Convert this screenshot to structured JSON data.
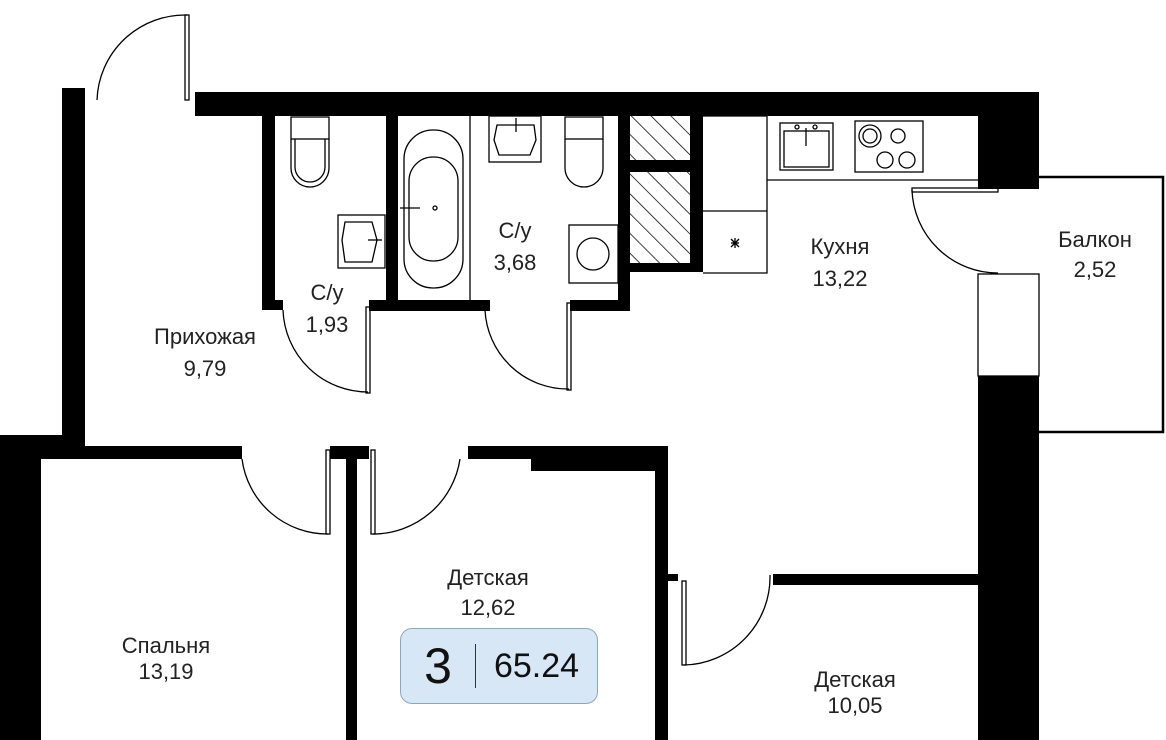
{
  "rooms": [
    {
      "name": "Прихожая",
      "area": "9,79"
    },
    {
      "name": "С/у",
      "area": "1,93"
    },
    {
      "name": "С/у",
      "area": "3,68"
    },
    {
      "name": "Кухня",
      "area": "13,22"
    },
    {
      "name": "Балкон",
      "area": "2,52"
    },
    {
      "name": "Детская",
      "area": "12,62"
    },
    {
      "name": "Спальня",
      "area": "13,19"
    },
    {
      "name": "Детская",
      "area": "10,05"
    }
  ],
  "summary": {
    "rooms_count": "3",
    "total_area": "65.24"
  },
  "colors": {
    "wall": "#000000",
    "badge_fill": "#d7e7f6",
    "badge_border": "#8fa6ba"
  }
}
